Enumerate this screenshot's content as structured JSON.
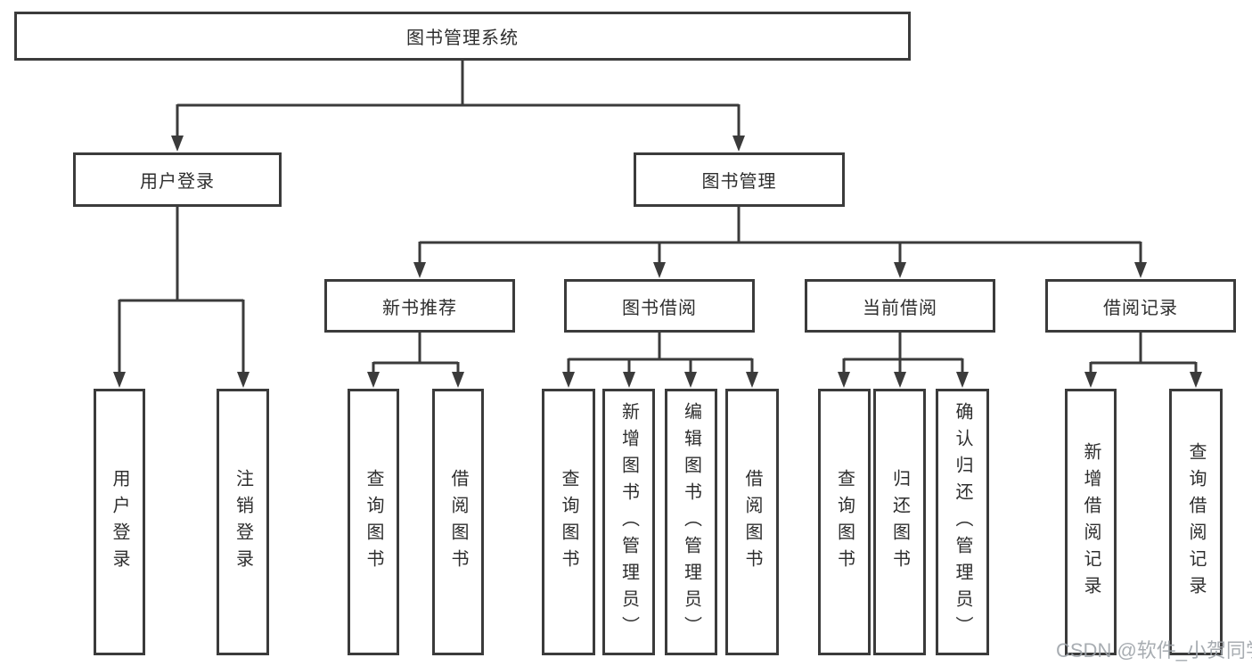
{
  "diagram": {
    "title": "图书管理系统",
    "type": "tree",
    "colors": {
      "background": "#ffffff",
      "line": "#3b3b3b",
      "box_border": "#3b3b3b",
      "text": "#2e2e2e",
      "watermark": "#9ea4aa"
    },
    "nodes": {
      "root": "图书管理系统",
      "user_login": "用户登录",
      "book_mgmt": "图书管理",
      "new_book_rec": "新书推荐",
      "book_borrow": "图书借阅",
      "current_borrow": "当前借阅",
      "borrow_records": "借阅记录",
      "ul_user_login": "用户登录",
      "ul_logout": "注销登录",
      "nb_query_book": "查询图书",
      "nb_borrow_book": "借阅图书",
      "bb_query_book": "查询图书",
      "bb_add_book": "新增图书（管理员）",
      "bb_edit_book": "编辑图书（管理员）",
      "bb_borrow_book": "借阅图书",
      "cb_query_book": "查询图书",
      "cb_return_book": "归还图书",
      "cb_confirm_return": "确认归还（管理员）",
      "br_add_record": "新增借阅记录",
      "br_query_record": "查询借阅记录"
    },
    "hierarchy": {
      "图书管理系统": {
        "用户登录": [
          "用户登录",
          "注销登录"
        ],
        "图书管理": {
          "新书推荐": [
            "查询图书",
            "借阅图书"
          ],
          "图书借阅": [
            "查询图书",
            "新增图书（管理员）",
            "编辑图书（管理员）",
            "借阅图书"
          ],
          "当前借阅": [
            "查询图书",
            "归还图书",
            "确认归还（管理员）"
          ],
          "借阅记录": [
            "新增借阅记录",
            "查询借阅记录"
          ]
        }
      }
    },
    "watermark_text": "CSDN @软件_小贺同学"
  }
}
